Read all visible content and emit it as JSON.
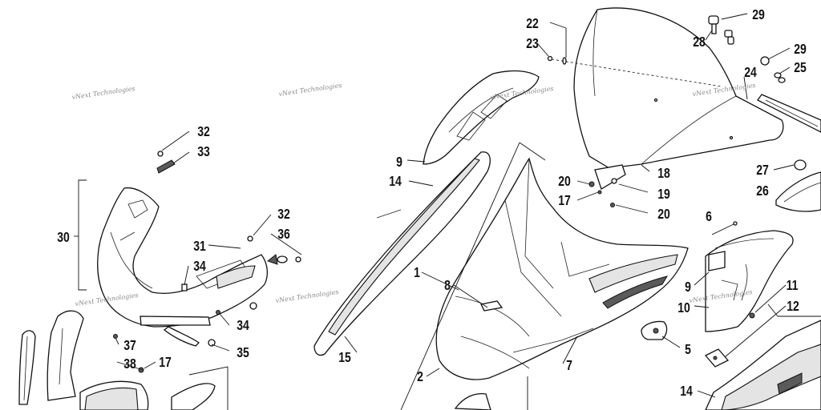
{
  "watermarks": [
    "vNext Technologies",
    "vNext Technologies",
    "vNext Technologies",
    "vNext Technologies",
    "vNext Technologies",
    "vNext Technologies",
    "vNext Technologies"
  ],
  "callouts": [
    "1",
    "2",
    "5",
    "6",
    "7",
    "8",
    "9",
    "9",
    "10",
    "11",
    "12",
    "14",
    "14",
    "15",
    "17",
    "17",
    "18",
    "19",
    "20",
    "20",
    "22",
    "23",
    "24",
    "25",
    "26",
    "27",
    "28",
    "29",
    "29",
    "30",
    "31",
    "32",
    "32",
    "33",
    "34",
    "34",
    "35",
    "36",
    "37",
    "38"
  ],
  "colors": {
    "line": "#111111",
    "fill": "#ffffff",
    "watermark": "#8a8a8a"
  }
}
